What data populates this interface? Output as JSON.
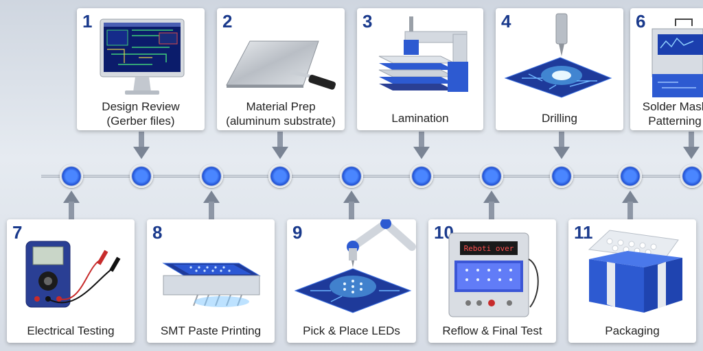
{
  "steps_top": [
    {
      "number": "1",
      "label": "Design Review\n(Gerber files)",
      "icon": "monitor-icon"
    },
    {
      "number": "2",
      "label": "Material Prep\n(aluminum substrate)",
      "icon": "aluminum-plate-icon"
    },
    {
      "number": "3",
      "label": "Lamination",
      "icon": "press-icon"
    },
    {
      "number": "4",
      "label": "Drilling",
      "icon": "drill-icon"
    },
    {
      "number": "6",
      "label": "Solder Mask\nPatterning",
      "icon": "printer-machine-icon"
    }
  ],
  "steps_bottom": [
    {
      "number": "7",
      "label": "Electrical Testing",
      "icon": "multimeter-icon"
    },
    {
      "number": "8",
      "label": "SMT Paste Printing",
      "icon": "stencil-printer-icon"
    },
    {
      "number": "9",
      "label": "Pick & Place LEDs",
      "icon": "robot-arm-icon"
    },
    {
      "number": "10",
      "label": "Reflow & Final Test",
      "icon": "reflow-oven-icon",
      "display_text": "Reboti over"
    },
    {
      "number": "11",
      "label": "Packaging",
      "icon": "box-icon"
    }
  ],
  "colors": {
    "accent": "#1a3a8c",
    "node": "#2d64e6",
    "line": "#b8c0cc"
  }
}
